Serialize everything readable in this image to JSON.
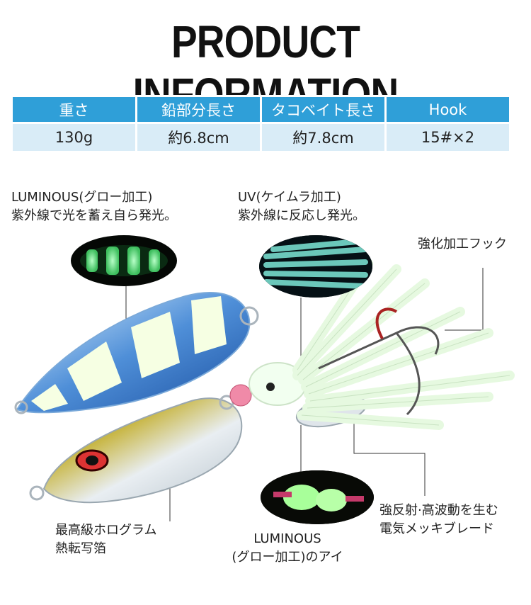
{
  "header": {
    "title": "PRODUCT INFORMATION"
  },
  "spec_table": {
    "columns": [
      "重さ",
      "鉛部分長さ",
      "タコベイト長さ",
      "Hook"
    ],
    "values": [
      "130g",
      "約6.8cm",
      "約7.8cm",
      "15#×2"
    ]
  },
  "callouts": {
    "luminous_body": {
      "line1": "LUMINOUS(グロー加工)",
      "line2": "紫外線で光を蓄え自ら発光。"
    },
    "uv": {
      "line1": "UV(ケイムラ加工)",
      "line2": "紫外線に反応し発光。"
    },
    "hook": {
      "line1": "強化加工フック"
    },
    "blade": {
      "line1": "強反射·高波動を生む",
      "line2": "電気メッキブレード"
    },
    "hologram": {
      "line1": "最高級ホログラム",
      "line2": "熱転写箔"
    },
    "eye": {
      "line1": "LUMINOUS",
      "line2": "(グロー加工)のアイ"
    }
  },
  "colors": {
    "header_bg": "#2f9fd8",
    "row_bg": "#d9ecf7",
    "glow": "#7dff9a"
  }
}
